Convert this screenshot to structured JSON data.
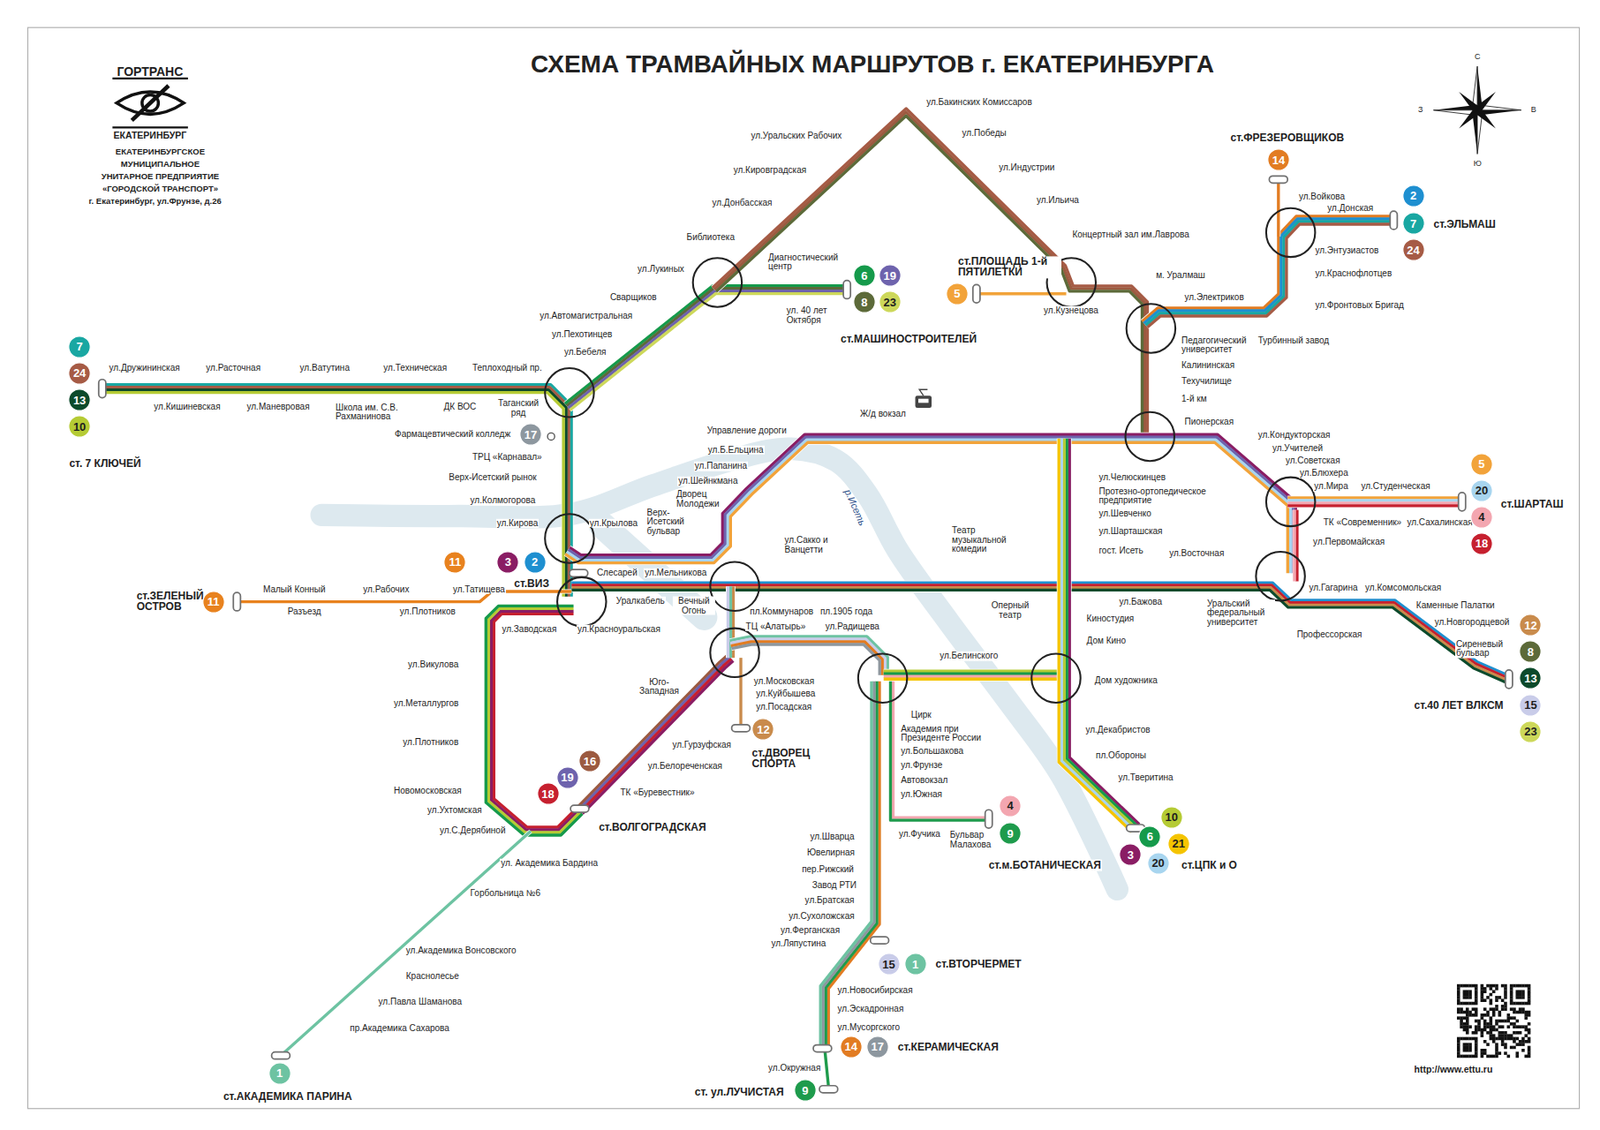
{
  "diagram": {
    "title": "СХЕМА ТРАМВАЙНЫХ МАРШРУТОВ г. ЕКАТЕРИНБУРГА",
    "nodes": [
      {
        "text": [
          "14"
        ]
      },
      {
        "text": [
          "2"
        ]
      },
      {
        "text": [
          "7"
        ]
      },
      {
        "text": [
          "24"
        ]
      },
      {
        "text": [
          "6"
        ]
      },
      {
        "text": [
          "19"
        ]
      },
      {
        "text": [
          "8"
        ]
      },
      {
        "text": [
          "23"
        ]
      },
      {
        "text": [
          "5"
        ]
      },
      {
        "text": [
          "7"
        ]
      },
      {
        "text": [
          "24"
        ]
      },
      {
        "text": [
          "13"
        ]
      },
      {
        "text": [
          "10"
        ]
      },
      {
        "text": [
          "17"
        ]
      },
      {
        "text": [
          "5"
        ]
      },
      {
        "text": [
          "20"
        ]
      },
      {
        "text": [
          "4"
        ]
      },
      {
        "text": [
          "18"
        ]
      },
      {
        "text": [
          "11"
        ]
      },
      {
        "text": [
          "3"
        ]
      },
      {
        "text": [
          "2"
        ]
      },
      {
        "text": [
          "11"
        ]
      },
      {
        "text": [
          "12"
        ]
      },
      {
        "text": [
          "8"
        ]
      },
      {
        "text": [
          "13"
        ]
      },
      {
        "text": [
          "15"
        ]
      },
      {
        "text": [
          "23"
        ]
      },
      {
        "text": [
          "12"
        ]
      },
      {
        "text": [
          "16"
        ]
      },
      {
        "text": [
          "19"
        ]
      },
      {
        "text": [
          "18"
        ]
      },
      {
        "text": [
          "4"
        ]
      },
      {
        "text": [
          "9"
        ]
      },
      {
        "text": [
          "10"
        ]
      },
      {
        "text": [
          "6"
        ]
      },
      {
        "text": [
          "21"
        ]
      },
      {
        "text": [
          "3"
        ]
      },
      {
        "text": [
          "20"
        ]
      },
      {
        "text": [
          "15"
        ]
      },
      {
        "text": [
          "1"
        ]
      },
      {
        "text": [
          "14"
        ]
      },
      {
        "text": [
          "17"
        ]
      },
      {
        "text": [
          "9"
        ]
      },
      {
        "text": [
          "1"
        ]
      }
    ],
    "labels": [
      "ГОРТРАНС",
      "ЕКАТЕРИНБУРГ",
      "ЕКАТЕРИНБУРГСКОЕ",
      "МУНИЦИПАЛЬНОЕ",
      "УНИТАРНОЕ ПРЕДПРИЯТИЕ",
      "«ГОРОДСКОЙ ТРАНСПОРТ»",
      "г. Екатеринбург, ул.Фрунзе, д.26",
      "С",
      "З",
      "В",
      "Ю",
      "ул.Бакинских Комиссаров",
      "ул.Уральских Рабочих",
      "ул.Победы",
      "ул.Кировградская",
      "ул.Индустрии",
      "ул.Донбасская",
      "ул.Ильича",
      "Библиотека",
      "Концертный зал им.Лаврова",
      "Диагностический центр",
      "ул.Лукиных",
      "Сварщиков",
      "ул. 40 лет Октября",
      "ст.МАШИНОСТРОИТЕЛЕЙ",
      "ст.ПЛОЩАДЬ 1-й ПЯТИЛЕТКИ",
      "ул.Кузнецова",
      "м. Уралмаш",
      "ул.Электриков",
      "ст.ФРЕЗЕРОВЩИКОВ",
      "ул.Войкова",
      "ул.Донская",
      "ст.ЭЛЬМАШ",
      "ул.Энтузиастов",
      "ул.Краснофлотцев",
      "ул.Фронтовых Бригад",
      "Педагогический университет",
      "Турбинный завод",
      "Калининская",
      "Техучилище",
      "1-й км",
      "Пионерская",
      "ул.Автомагистральная",
      "ул.Пехотинцев",
      "ул.Бебеля",
      "ул.Дружининская",
      "ул.Расточная",
      "ул.Ватутина",
      "ул.Техническая",
      "Теплоходный пр.",
      "ул.Кишиневская",
      "ул.Маневровая",
      "Школа им. С.В. Рахманинова",
      "ДК ВОС",
      "Таганский ряд",
      "ст. 7 КЛЮЧЕЙ",
      "Фармацевтический колледж",
      "ТРЦ «Карнавал»",
      "Верх-Исетский рынок",
      "ул.Колмогорова",
      "ул.Кирова",
      "ул.Крылова",
      "Верх-Исетский бульвар",
      "Дворец Молодежи",
      "Управление дороги",
      "ул.Б.Ельцина",
      "ул.Папанина",
      "ул.Шейнкмана",
      "Ж/д вокзал",
      "р.Исеть",
      "ст.ВИЗ",
      "Слесарей",
      "ул.Мельникова",
      "ст.ЗЕЛЕНЫЙ ОСТРОВ",
      "Малый Конный",
      "ул.Рабочих",
      "ул.Татищева",
      "Разъезд",
      "ул.Плотников",
      "ул.Заводская",
      "ул.Красноуральская",
      "Уралкабель",
      "Вечный Огонь",
      "ул.Сакко и Ванцетти",
      "Театр музыкальной комедии",
      "пл.Коммунаров",
      "пл.1905 года",
      "Оперный театр",
      "ТЦ «Алатырь»",
      "ул.Радищева",
      "ул.Белинского",
      "Юго-Западная",
      "ул.Московская",
      "ул.Куйбышева",
      "ул.Посадская",
      "ст.ДВОРЕЦ СПОРТА",
      "ул.Гурзуфская",
      "ул.Белореченская",
      "ТК «Буревестник»",
      "ст.ВОЛГОГРАДСКАЯ",
      "ул.Викулова",
      "ул.Металлургов",
      "ул.Плотников",
      "Новомосковская",
      "ул.Ухтомская",
      "ул.С.Дерябиной",
      "ул. Академика Бардина",
      "Горбольница №6",
      "ул.Академика Вонсовского",
      "Краснолесье",
      "ул.Павла Шаманова",
      "пр.Академика Сахарова",
      "ст.АКАДЕМИКА ПАРИНА",
      "Цирк",
      "Академия при Президенте России",
      "ул.Большакова",
      "ул.Фрунзе",
      "Автовокзал",
      "ул.Южная",
      "ул.Фучика",
      "Бульвар Малахова",
      "ст.м.БОТАНИЧЕСКАЯ",
      "ул.Шварца",
      "Ювелирная",
      "пер.Рижский",
      "Завод РТИ",
      "ул.Братская",
      "ул.Сухоложская",
      "ул.Ферганская",
      "ул.Ляпустина",
      "ст.ВТОРЧЕРМЕТ",
      "ул.Новосибирская",
      "ул.Эскадронная",
      "ул.Мусоргского",
      "ст.КЕРАМИЧЕСКАЯ",
      "ул.Окружная",
      "ст. ул.ЛУЧИСТАЯ",
      "ул.Челюскинцев",
      "Протезно-ортопедическое предприятие",
      "ул.Шевченко",
      "ул.Шарташская",
      "гост. Исеть",
      "ул.Восточная",
      "ул.Кондукторская",
      "ул.Учителей",
      "ул.Советская",
      "ул.Блюхера",
      "ул.Мира",
      "ул.Студенческая",
      "ТК «Современник»",
      "ул.Сахалинская",
      "ст.ШАРТАШ",
      "ул.Первомайская",
      "ул.Бажова",
      "Киностудия",
      "Дом Кино",
      "Уральский федеральный университет",
      "ул.Гагарина",
      "ул.Комсомольская",
      "Профессорская",
      "Каменные Палатки",
      "ул.Новгородцевой",
      "Сиреневый бульвар",
      "ст.40 ЛЕТ ВЛКСМ",
      "Дом художника",
      "ул.Декабристов",
      "пл.Обороны",
      "ул.Тверитина",
      "ст.ЦПК и О",
      "http://www.ettu.ru"
    ]
  }
}
